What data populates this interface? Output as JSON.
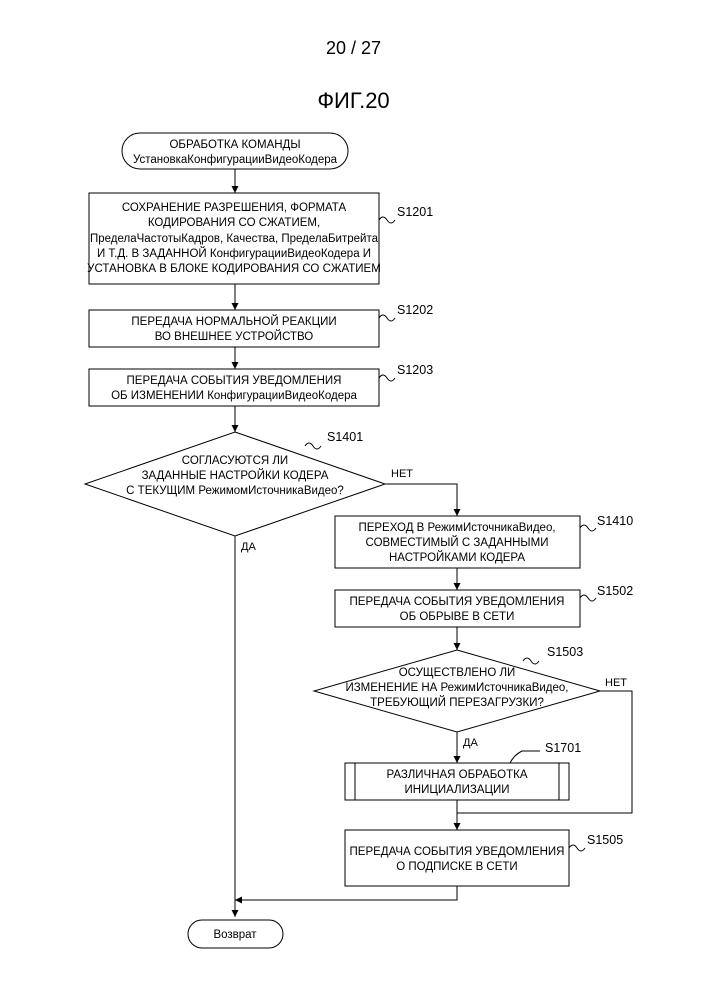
{
  "header": {
    "page_number": "20 / 27",
    "figure_title": "ФИГ.20"
  },
  "start": {
    "line1": "ОБРАБОТКА КОМАНДЫ",
    "line2": "УстановкаКонфигурацииВидеоКодера"
  },
  "s1201": {
    "id": "S1201",
    "line1": "СОХРАНЕНИЕ РАЗРЕШЕНИЯ, ФОРМАТА",
    "line2": "КОДИРОВАНИЯ СО СЖАТИЕМ,",
    "line3": "ПределаЧастотыКадров, Качества, ПределаБитрейта",
    "line4": "И Т.Д. В ЗАДАННОЙ КонфигурацииВидеоКодера И",
    "line5": "УСТАНОВКА В БЛОКЕ КОДИРОВАНИЯ СО СЖАТИЕМ"
  },
  "s1202": {
    "id": "S1202",
    "line1": "ПЕРЕДАЧА НОРМАЛЬНОЙ РЕАКЦИИ",
    "line2": "ВО ВНЕШНЕЕ УСТРОЙСТВО"
  },
  "s1203": {
    "id": "S1203",
    "line1": "ПЕРЕДАЧА СОБЫТИЯ УВЕДОМЛЕНИЯ",
    "line2": "ОБ ИЗМЕНЕНИИ КонфигурацииВидеоКодера"
  },
  "s1401": {
    "id": "S1401",
    "line1": "СОГЛАСУЮТСЯ ЛИ",
    "line2": "ЗАДАННЫЕ НАСТРОЙКИ КОДЕРА",
    "line3": "С ТЕКУЩИМ РежимомИсточникаВидео?",
    "yes": "ДА",
    "no": "НЕТ"
  },
  "s1410": {
    "id": "S1410",
    "line1": "ПЕРЕХОД В РежимИсточникаВидео,",
    "line2": "СОВМЕСТИМЫЙ С ЗАДАННЫМИ",
    "line3": "НАСТРОЙКАМИ КОДЕРА"
  },
  "s1502": {
    "id": "S1502",
    "line1": "ПЕРЕДАЧА СОБЫТИЯ УВЕДОМЛЕНИЯ",
    "line2": "ОБ ОБРЫВЕ В СЕТИ"
  },
  "s1503": {
    "id": "S1503",
    "line1": "ОСУЩЕСТВЛЕНО ЛИ",
    "line2": "ИЗМЕНЕНИЕ НА РежимИсточникаВидео,",
    "line3": "ТРЕБУЮЩИЙ ПЕРЕЗАГРУЗКИ?",
    "yes": "ДА",
    "no": "НЕТ"
  },
  "s1701": {
    "id": "S1701",
    "line1": "РАЗЛИЧНАЯ ОБРАБОТКА",
    "line2": "ИНИЦИАЛИЗАЦИИ"
  },
  "s1505": {
    "id": "S1505",
    "line1": "ПЕРЕДАЧА СОБЫТИЯ УВЕДОМЛЕНИЯ",
    "line2": "О ПОДПИСКЕ В СЕТИ"
  },
  "end": {
    "label": "Возврат"
  }
}
